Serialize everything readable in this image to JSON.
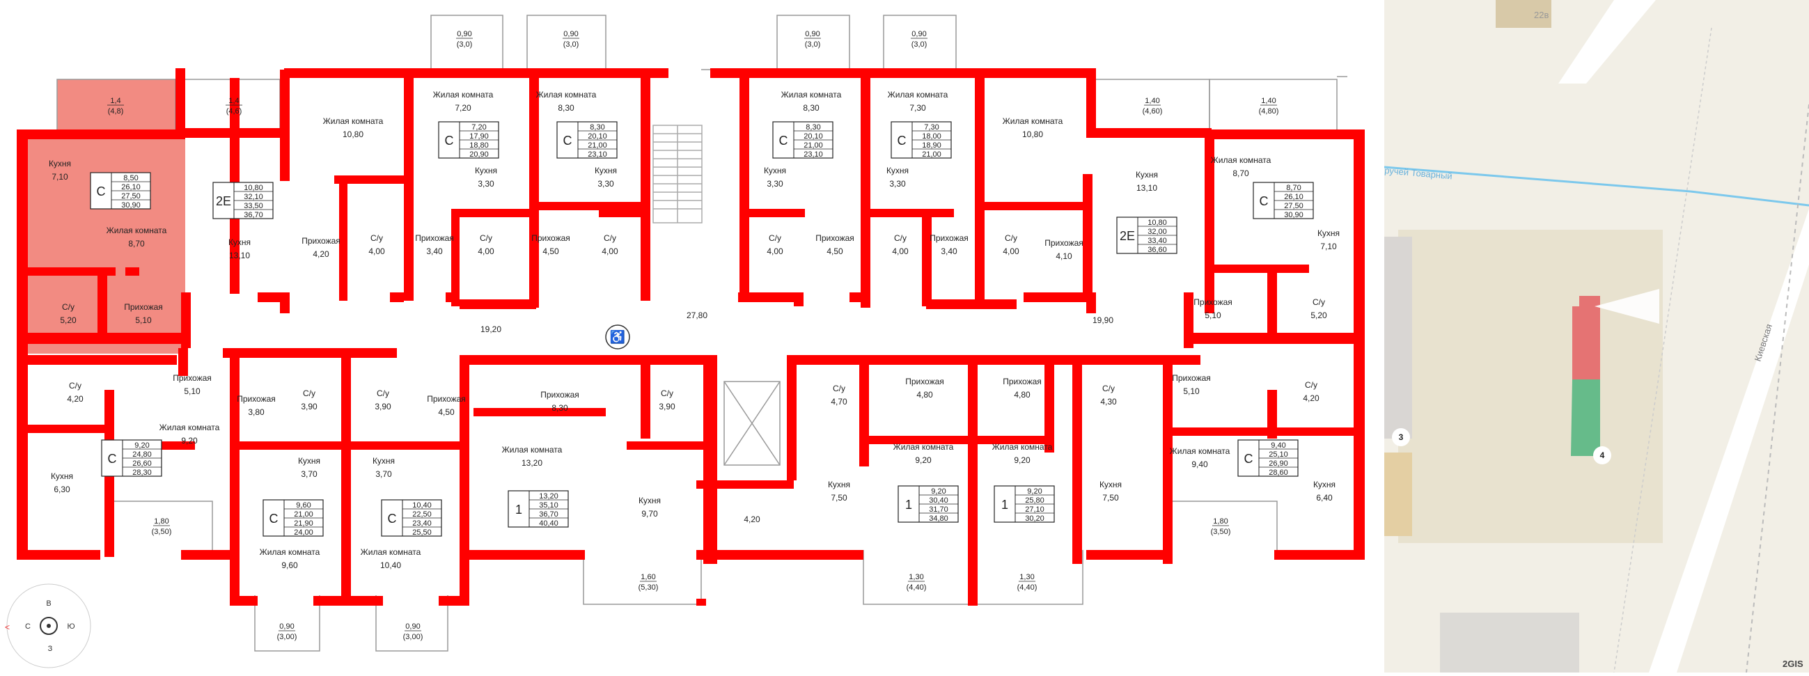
{
  "colors": {
    "wall": "#ff0000",
    "selected_fill": "#f28b82",
    "map_bg": "#f2efe6",
    "building_red": "#e57373",
    "building_green": "#66bb8a",
    "stream": "#7cc8ec"
  },
  "balconies": [
    {
      "a": "1,4",
      "b": "(4,8)"
    },
    {
      "a": "1,4",
      "b": "(4,6)"
    },
    {
      "a": "0,90",
      "b": "(3,0)"
    },
    {
      "a": "0,90",
      "b": "(3,0)"
    },
    {
      "a": "0,90",
      "b": "(3,0)"
    },
    {
      "a": "0,90",
      "b": "(3,0)"
    },
    {
      "a": "1,40",
      "b": "(4,60)"
    },
    {
      "a": "1,40",
      "b": "(4,80)"
    },
    {
      "a": "1,80",
      "b": "(3,50)"
    },
    {
      "a": "0,90",
      "b": "(3,00)"
    },
    {
      "a": "0,90",
      "b": "(3,00)"
    },
    {
      "a": "1,60",
      "b": "(5,30)"
    },
    {
      "a": "1,30",
      "b": "(4,40)"
    },
    {
      "a": "1,30",
      "b": "(4,40)"
    },
    {
      "a": "1,80",
      "b": "(3,50)"
    }
  ],
  "rooms": [
    {
      "n": "Кухня",
      "a": "7,10"
    },
    {
      "n": "Жилая комната",
      "a": "8,70"
    },
    {
      "n": "С/у",
      "a": "5,20"
    },
    {
      "n": "Прихожая",
      "a": "5,10"
    },
    {
      "n": "Кухня",
      "a": "13,10"
    },
    {
      "n": "Жилая комната",
      "a": "10,80"
    },
    {
      "n": "Прихожая",
      "a": "4,20"
    },
    {
      "n": "С/у",
      "a": "4,00"
    },
    {
      "n": "Жилая комната",
      "a": "7,20"
    },
    {
      "n": "Кухня",
      "a": "3,30"
    },
    {
      "n": "Прихожая",
      "a": "3,40"
    },
    {
      "n": "С/у",
      "a": "4,00"
    },
    {
      "n": "Жилая комната",
      "a": "8,30"
    },
    {
      "n": "Кухня",
      "a": "3,30"
    },
    {
      "n": "Прихожая",
      "a": "4,50"
    },
    {
      "n": "С/у",
      "a": "4,00"
    },
    {
      "n": "Жилая комната",
      "a": "8,30"
    },
    {
      "n": "Кухня",
      "a": "3,30"
    },
    {
      "n": "С/у",
      "a": "4,00"
    },
    {
      "n": "Прихожая",
      "a": "4,50"
    },
    {
      "n": "Жилая комната",
      "a": "7,30"
    },
    {
      "n": "Кухня",
      "a": "3,30"
    },
    {
      "n": "С/у",
      "a": "4,00"
    },
    {
      "n": "Прихожая",
      "a": "3,40"
    },
    {
      "n": "Жилая комната",
      "a": "10,80"
    },
    {
      "n": "С/у",
      "a": "4,00"
    },
    {
      "n": "Прихожая",
      "a": "4,10"
    },
    {
      "n": "Кухня",
      "a": "13,10"
    },
    {
      "n": "Жилая комната",
      "a": "8,70"
    },
    {
      "n": "Кухня",
      "a": "7,10"
    },
    {
      "n": "Прихожая",
      "a": "5,10"
    },
    {
      "n": "С/у",
      "a": "5,20"
    },
    {
      "n": "С/у",
      "a": "4,20"
    },
    {
      "n": "Прихожая",
      "a": "5,10"
    },
    {
      "n": "Жилая комната",
      "a": "9,20"
    },
    {
      "n": "Кухня",
      "a": "6,30"
    },
    {
      "n": "Прихожая",
      "a": "3,80"
    },
    {
      "n": "С/у",
      "a": "3,90"
    },
    {
      "n": "Кухня",
      "a": "3,70"
    },
    {
      "n": "Жилая комната",
      "a": "9,60"
    },
    {
      "n": "С/у",
      "a": "3,90"
    },
    {
      "n": "Прихожая",
      "a": "4,50"
    },
    {
      "n": "Кухня",
      "a": "3,70"
    },
    {
      "n": "Жилая комната",
      "a": "10,40"
    },
    {
      "n": "Прихожая",
      "a": "8,30"
    },
    {
      "n": "С/у",
      "a": "3,90"
    },
    {
      "n": "Жилая комната",
      "a": "13,20"
    },
    {
      "n": "Кухня",
      "a": "9,70"
    },
    {
      "n": "С/у",
      "a": "4,70"
    },
    {
      "n": "Прихожая",
      "a": "4,80"
    },
    {
      "n": "Жилая комната",
      "a": "9,20"
    },
    {
      "n": "Кухня",
      "a": "7,50"
    },
    {
      "n": "Прихожая",
      "a": "4,80"
    },
    {
      "n": "С/у",
      "a": "4,30"
    },
    {
      "n": "Жилая комната",
      "a": "9,20"
    },
    {
      "n": "Кухня",
      "a": "7,50"
    },
    {
      "n": "Прихожая",
      "a": "5,10"
    },
    {
      "n": "С/у",
      "a": "4,20"
    },
    {
      "n": "Жилая комната",
      "a": "9,40"
    },
    {
      "n": "Кухня",
      "a": "6,40"
    }
  ],
  "corridors": [
    "19,20",
    "27,80",
    "19,90",
    "4,20"
  ],
  "apartments": [
    {
      "type": "С",
      "v": [
        "8,50",
        "26,10",
        "27,50",
        "30,90"
      ]
    },
    {
      "type": "2Е",
      "v": [
        "10,80",
        "32,10",
        "33,50",
        "36,70"
      ]
    },
    {
      "type": "С",
      "v": [
        "7,20",
        "17,90",
        "18,80",
        "20,90"
      ]
    },
    {
      "type": "С",
      "v": [
        "8,30",
        "20,10",
        "21,00",
        "23,10"
      ]
    },
    {
      "type": "С",
      "v": [
        "8,30",
        "20,10",
        "21,00",
        "23,10"
      ]
    },
    {
      "type": "С",
      "v": [
        "7,30",
        "18,00",
        "18,90",
        "21,00"
      ]
    },
    {
      "type": "2Е",
      "v": [
        "10,80",
        "32,00",
        "33,40",
        "36,60"
      ]
    },
    {
      "type": "С",
      "v": [
        "8,70",
        "26,10",
        "27,50",
        "30,90"
      ]
    },
    {
      "type": "С",
      "v": [
        "9,20",
        "24,80",
        "26,60",
        "28,30"
      ]
    },
    {
      "type": "С",
      "v": [
        "9,60",
        "21,00",
        "21,90",
        "24,00"
      ]
    },
    {
      "type": "С",
      "v": [
        "10,40",
        "22,50",
        "23,40",
        "25,50"
      ]
    },
    {
      "type": "1",
      "v": [
        "13,20",
        "35,10",
        "36,70",
        "40,40"
      ]
    },
    {
      "type": "1",
      "v": [
        "9,20",
        "30,40",
        "31,70",
        "34,80"
      ]
    },
    {
      "type": "1",
      "v": [
        "9,20",
        "25,80",
        "27,10",
        "30,20"
      ]
    },
    {
      "type": "С",
      "v": [
        "9,40",
        "25,10",
        "26,90",
        "28,60"
      ]
    }
  ],
  "compass": {
    "north": "С",
    "south": "Ю",
    "east": "В",
    "west": "З"
  },
  "map": {
    "stream_label": "ручей Товарный",
    "street_label": "Киевская",
    "building_3": "3",
    "building_4": "4",
    "label_22v": "22в",
    "brand": "2GIS"
  }
}
